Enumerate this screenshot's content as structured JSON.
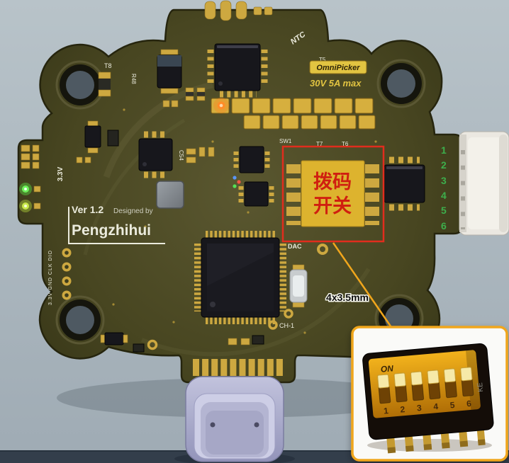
{
  "scene": {
    "background_color": "#aeb9c0",
    "table_color": "#333e4b",
    "board_color": "#4b4923"
  },
  "silkscreen": {
    "ver": "Ver 1.2",
    "designed_by": "Designed by",
    "author": "Pengzhihui",
    "v33": "3.3V",
    "io_header": "3.3V GND CLK DIO",
    "t8": "T8",
    "r48": "R48",
    "c54": "C54",
    "t5": "T5",
    "sw1": "SW1",
    "t7": "T7",
    "t6": "T6",
    "dac": "DAC",
    "ch1": "CH-1",
    "ntc": "NTC"
  },
  "badge": {
    "brand": "OmniPicker",
    "rating": "30V 5A max",
    "color": "#e2c441"
  },
  "uart_pins": [
    "1",
    "2",
    "3",
    "4",
    "5",
    "6"
  ],
  "annotation": {
    "dip_line1": "拨码",
    "dip_line2": "开关",
    "dimension": "4x3.5mm",
    "highlight_color": "#e12d1d",
    "leader_color": "#f0a61c"
  },
  "inset": {
    "on": "ON",
    "ke": "KE",
    "positions": [
      "1",
      "2",
      "3",
      "4",
      "5",
      "6"
    ]
  }
}
